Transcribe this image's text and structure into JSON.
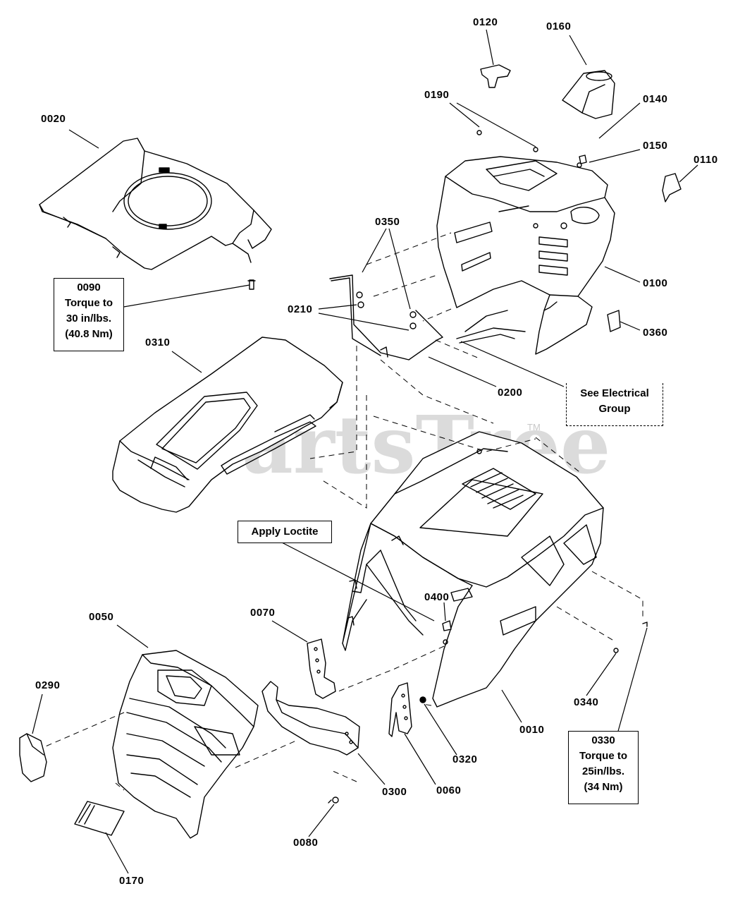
{
  "watermark": {
    "text": "PartsTree",
    "trademark": "TM"
  },
  "part_labels": {
    "p0010": "0010",
    "p0020": "0020",
    "p0050": "0050",
    "p0060": "0060",
    "p0070": "0070",
    "p0080": "0080",
    "p0100": "0100",
    "p0110": "0110",
    "p0120": "0120",
    "p0140": "0140",
    "p0150": "0150",
    "p0160": "0160",
    "p0170": "0170",
    "p0190": "0190",
    "p0200": "0200",
    "p0210": "0210",
    "p0290": "0290",
    "p0300": "0300",
    "p0310": "0310",
    "p0320": "0320",
    "p0340": "0340",
    "p0350": "0350",
    "p0360": "0360",
    "p0400": "0400"
  },
  "notes": {
    "n0090": {
      "line1": "0090",
      "line2": "Torque to",
      "line3": "30 in/lbs.",
      "line4": "(40.8 Nm)"
    },
    "n0330": {
      "line1": "0330",
      "line2": "Torque to",
      "line3": "25in/lbs.",
      "line4": "(34 Nm)"
    },
    "electrical": {
      "line1": "See Electrical",
      "line2": "Group"
    },
    "loctite": {
      "line1": "Apply Loctite"
    }
  }
}
